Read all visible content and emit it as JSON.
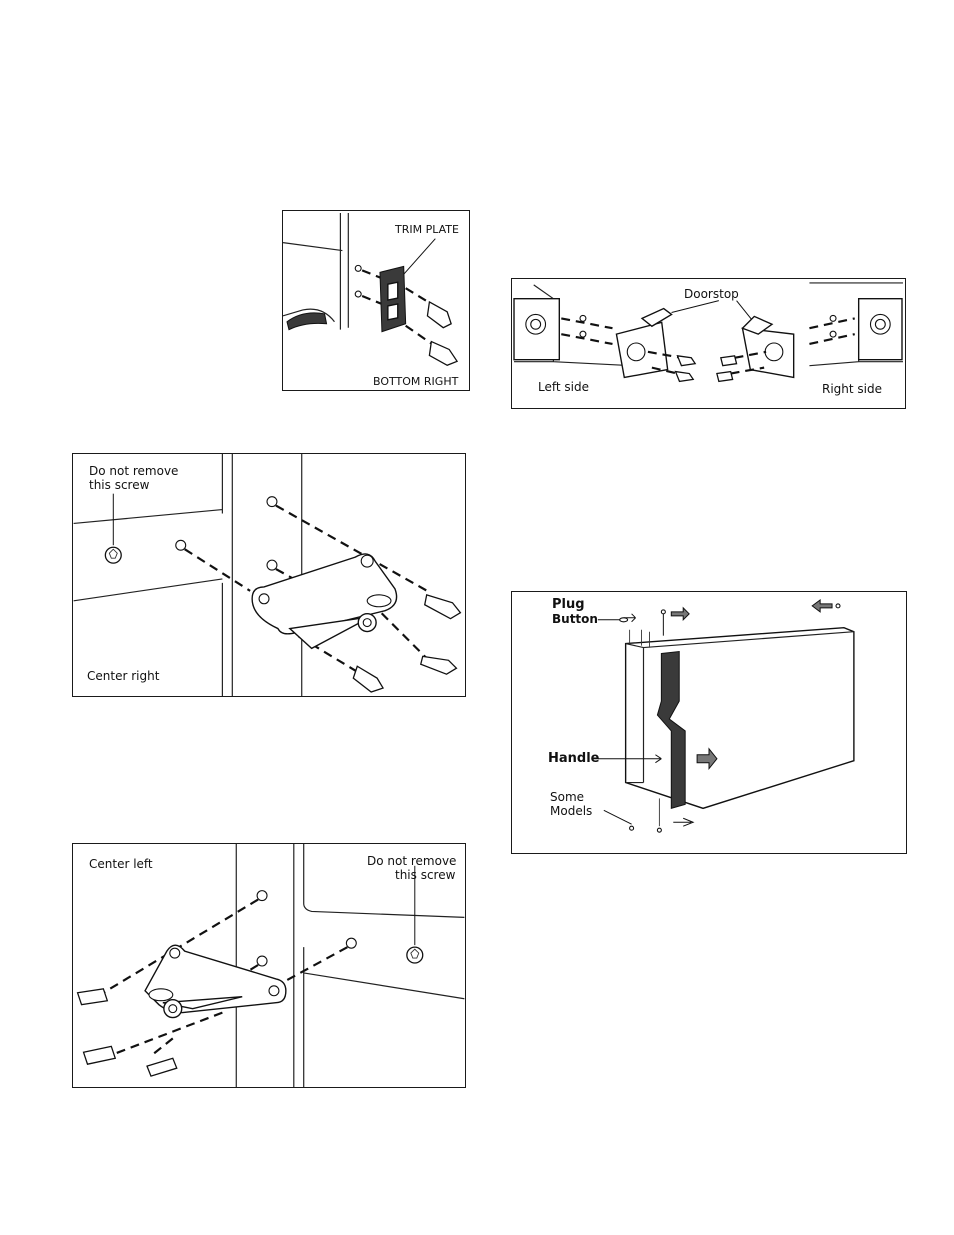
{
  "diagrams": {
    "bottom_right": {
      "trim_label": "TRIM PLATE",
      "corner_label": "BOTTOM RIGHT"
    },
    "doorstop": {
      "part_label": "Doorstop",
      "left_label": "Left side",
      "right_label": "Right side"
    },
    "center_right": {
      "note_line1": "Do not remove",
      "note_line2": "this screw",
      "corner_label": "Center right"
    },
    "handle": {
      "plug_line1": "Plug",
      "plug_line2": "Button",
      "handle_label": "Handle",
      "models_line1": "Some",
      "models_line2": "Models"
    },
    "center_left": {
      "corner_label": "Center left",
      "note_line1": "Do not remove",
      "note_line2": "this screw"
    }
  }
}
